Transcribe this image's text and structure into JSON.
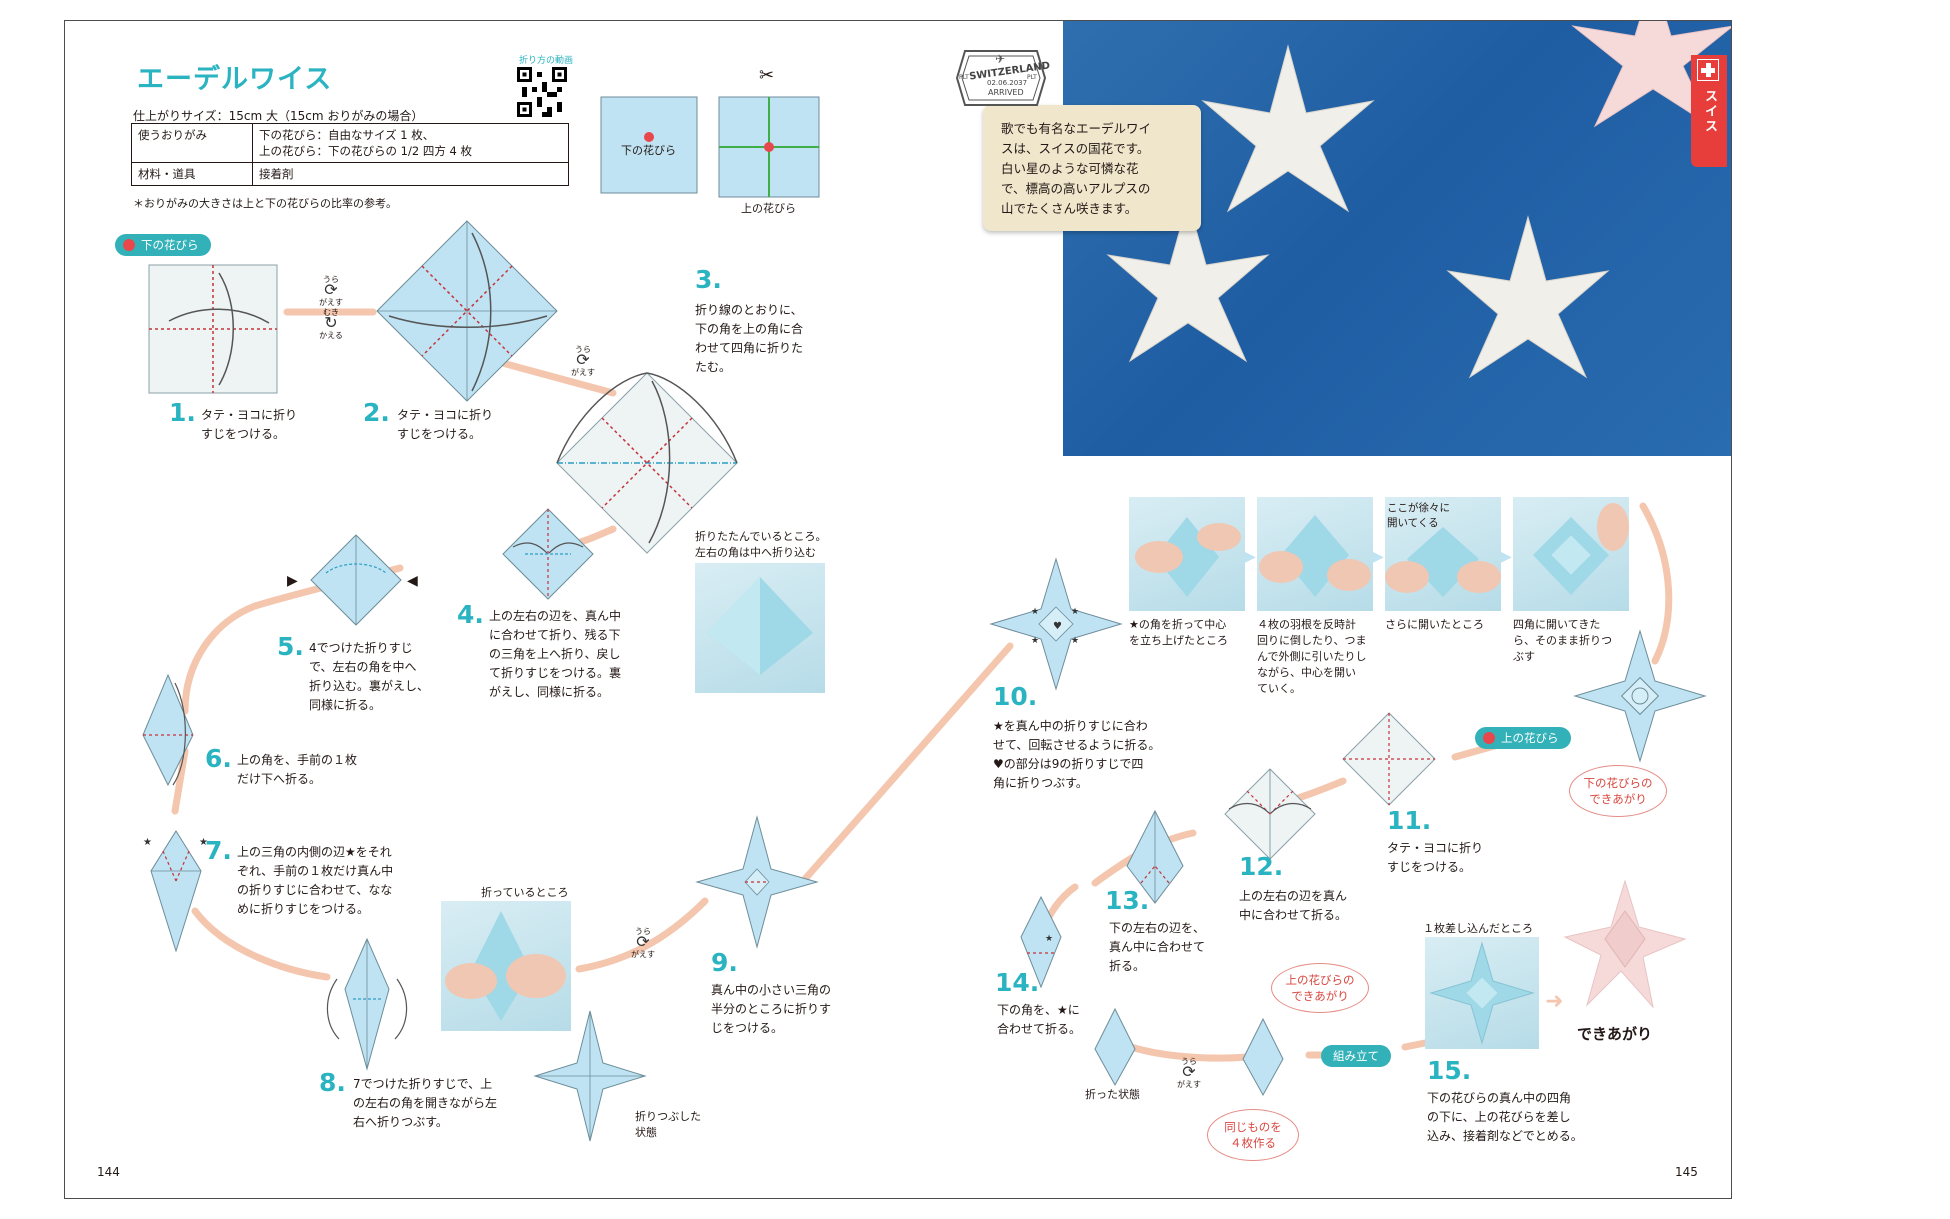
{
  "page": {
    "title": "エーデルワイス",
    "size_line": "仕上がりサイズ：15cm 大（15cm おりがみの場合）",
    "spec": {
      "paper_label": "使うおりがみ",
      "paper_value": "下の花びら：自由なサイズ 1 枚、\n上の花びら：下の花びらの 1/2 四方 4 枚",
      "tools_label": "材料・道具",
      "tools_value": "接着剤"
    },
    "note": "＊おりがみの大きさは上と下の花びらの比率の参考。",
    "qr_label": "折り方の動画",
    "lower_petal_label": "下の花びら",
    "upper_petal_label": "上の花びら",
    "tab_label": "スイス",
    "intro": "歌でも有名なエーデルワイ\nスは、スイスの国花です。\n白い星のような可憐な花\nで、標高の高いアルプスの\n山でたくさん咲きます。",
    "stamp_text": "SWITZERLAND",
    "stamp_sub": "ARRIVED",
    "stamp_date": "02.06.2037",
    "stamp_flank": "PLT",
    "page_left": "144",
    "page_right": "145"
  },
  "pills": {
    "lower": "下の花びら",
    "upper": "上の花びら",
    "assemble": "組み立て"
  },
  "marks": {
    "ura": "うら",
    "kaesu": "がえす",
    "muki": "むき",
    "kaeru": "かえる"
  },
  "steps": [
    {
      "num": "1.",
      "text": "タテ・ヨコに折り\nすじをつける。"
    },
    {
      "num": "2.",
      "text": "タテ・ヨコに折り\nすじをつける。"
    },
    {
      "num": "3.",
      "text": "折り線のとおりに、\n下の角を上の角に合\nわせて四角に折りた\nたむ。"
    },
    {
      "num": "4.",
      "text": "上の左右の辺を、真ん中\nに合わせて折り、残る下\nの三角を上へ折り、戻し\nて折りすじをつける。裏\nがえし、同様に折る。"
    },
    {
      "num": "5.",
      "text": "4でつけた折りすじ\nで、左右の角を中へ\n折り込む。裏がえし、\n同様に折る。"
    },
    {
      "num": "6.",
      "text": "上の角を、手前の１枚\nだけ下へ折る。"
    },
    {
      "num": "7.",
      "text": "上の三角の内側の辺★をそれ\nぞれ、手前の１枚だけ真ん中\nの折りすじに合わせて、なな\nめに折りすじをつける。"
    },
    {
      "num": "8.",
      "text": "7でつけた折りすじで、上\nの左右の角を開きながら左\n右へ折りつぶす。"
    },
    {
      "num": "9.",
      "text": "真ん中の小さい三角の\n半分のところに折りす\nじをつける。"
    },
    {
      "num": "10.",
      "text": "★を真ん中の折りすじに合わ\nせて、回転させるように折る。\n♥の部分は9の折りすじで四\n角に折りつぶす。"
    },
    {
      "num": "11.",
      "text": "タテ・ヨコに折り\nすじをつける。"
    },
    {
      "num": "12.",
      "text": "上の左右の辺を真ん\n中に合わせて折る。"
    },
    {
      "num": "13.",
      "text": "下の左右の辺を、\n真ん中に合わせて\n折る。"
    },
    {
      "num": "14.",
      "text": "下の角を、★に\n合わせて折る。"
    },
    {
      "num": "15.",
      "text": "下の花びらの真ん中の四角\nの下に、上の花びらを差し\n込み、接着剤などでとめる。"
    }
  ],
  "captions": {
    "folding_now_3": "折りたたんでいるところ。\n左右の角は中へ折り込む",
    "folding_now_8": "折っているところ",
    "flattened": "折りつぶした\n状態",
    "photo10_a": "★の角を折って中心\nを立ち上げたところ",
    "photo10_b": "４枚の羽根を反時計\n回りに倒したり、つま\nんで外側に引いたりし\nながら、中心を開い\nていく。",
    "photo10_c_top": "ここが徐々に\n開いてくる",
    "photo10_c": "さらに開いたところ",
    "photo10_d": "四角に開いてきた\nら、そのまま折りつ\nぶす",
    "folded_state": "折った状態",
    "inserted": "１枚差し込んだところ",
    "done": "できあがり"
  },
  "bubbles": {
    "lower_done": "下の花びらの\nできあがり",
    "upper_done": "上の花びらの\nできあがり",
    "make_four": "同じものを\n４枚作る"
  },
  "colors": {
    "accent": "#2ab3c0",
    "pill": "#33b1b8",
    "paper": "#bfe3f2",
    "path": "#f4c6ae",
    "photo_bg": "#2465a8",
    "red": "#e73e3c"
  }
}
